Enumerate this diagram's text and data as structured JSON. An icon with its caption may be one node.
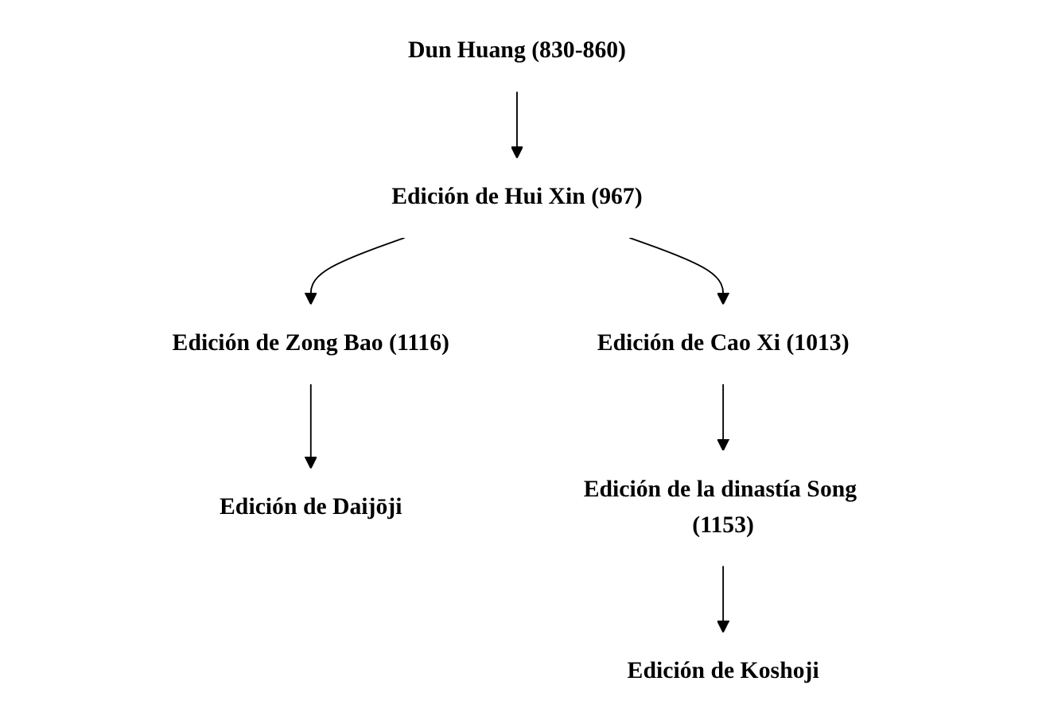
{
  "diagram": {
    "nodes": [
      {
        "text": [
          "Dun Huang (830-860)"
        ]
      },
      {
        "text": [
          "Edición de Hui Xin (967)"
        ]
      },
      {
        "text": [
          "Edición de Zong Bao (1116)"
        ]
      },
      {
        "text": [
          "Edición de Cao Xi (1013)"
        ]
      },
      {
        "text": [
          "Edición de Daijōji"
        ]
      },
      {
        "text": [
          "Edición de la dinastía Song (1153)"
        ]
      },
      {
        "text": [
          "Edición de Koshoji"
        ]
      }
    ],
    "edges": [
      {
        "from": 0,
        "to": 1,
        "arrow": "to"
      },
      {
        "from": 1,
        "to": 2,
        "arrow": "to"
      },
      {
        "from": 1,
        "to": 3,
        "arrow": "to"
      },
      {
        "from": 2,
        "to": 4,
        "arrow": "to"
      },
      {
        "from": 3,
        "to": 5,
        "arrow": "to"
      },
      {
        "from": 5,
        "to": 6,
        "arrow": "to"
      }
    ]
  }
}
